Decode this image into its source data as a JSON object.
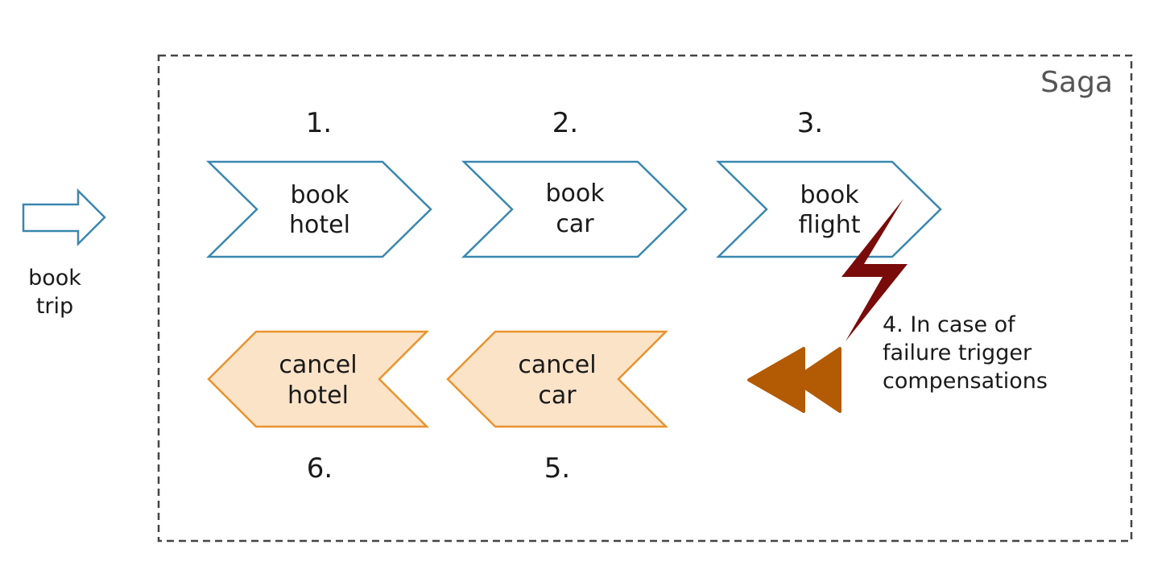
{
  "entry": {
    "label_lines": [
      "book",
      "trip"
    ]
  },
  "saga": {
    "title": "Saga"
  },
  "steps": [
    {
      "number": "1.",
      "label_lines": [
        "book",
        "hotel"
      ]
    },
    {
      "number": "2.",
      "label_lines": [
        "book",
        "car"
      ]
    },
    {
      "number": "3.",
      "label_lines": [
        "book",
        "flight"
      ]
    }
  ],
  "compensations": [
    {
      "number": "6.",
      "label_lines": [
        "cancel",
        "hotel"
      ]
    },
    {
      "number": "5.",
      "label_lines": [
        "cancel",
        "car"
      ]
    }
  ],
  "failure_note": {
    "lines": [
      "4. In case of",
      "failure trigger",
      "compensations"
    ]
  },
  "colors": {
    "step_stroke": "#3a87b0",
    "compensation_fill": "#fbe3c8",
    "compensation_stroke": "#e9932d",
    "lightning": "#7a0b0b",
    "rewind": "#b35a05",
    "border": "#444444",
    "text": "#1a1a1a",
    "title": "#555555"
  }
}
